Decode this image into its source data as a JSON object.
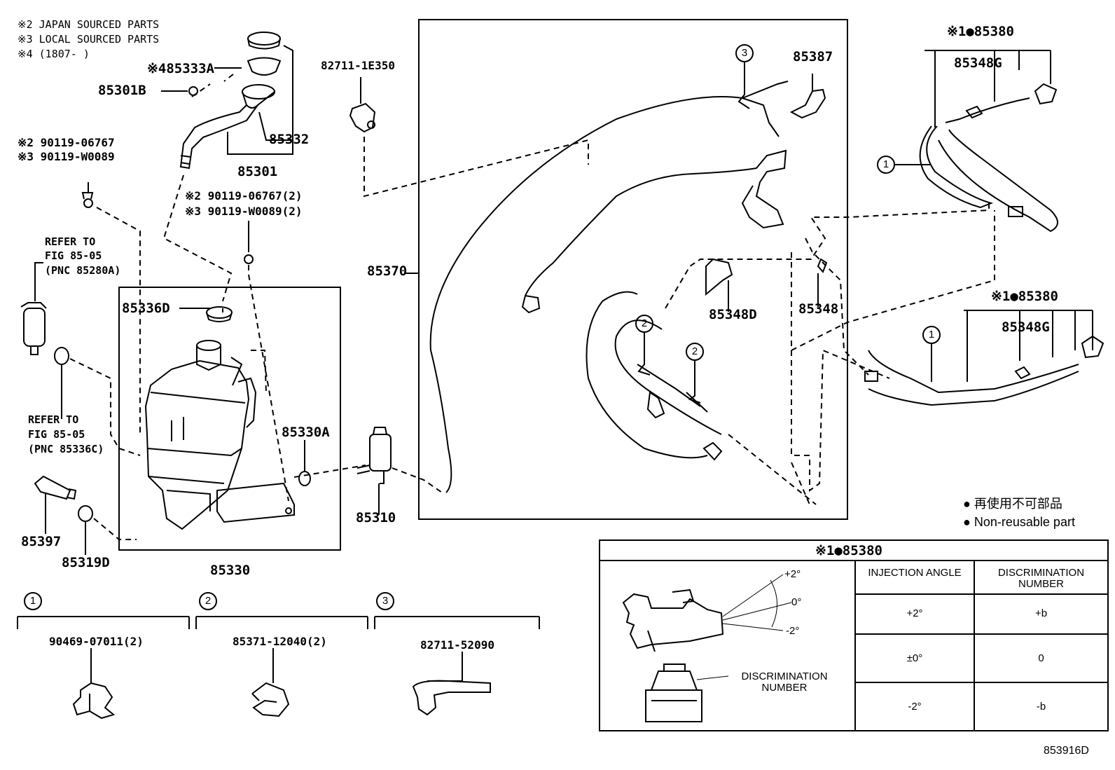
{
  "notes": {
    "line1": "※2 JAPAN SOURCED PARTS",
    "line2": "※3 LOCAL SOURCED PARTS",
    "line3": "※4 (1807-      )"
  },
  "parts": {
    "p85333A": "※485333A",
    "p85301B": "85301B",
    "p85332": "85332",
    "p85301": "85301",
    "p82711_1E350": "82711-1E350",
    "bolt_a1": "※2 90119-06767",
    "bolt_a2": "※3 90119-W0089",
    "bolt_b1": "※2 90119-06767(2)",
    "bolt_b2": "※3 90119-W0089(2)",
    "p85336D": "85336D",
    "p85330A": "85330A",
    "p85310": "85310",
    "p85397": "85397",
    "p85319D": "85319D",
    "p85330": "85330",
    "p85370": "85370",
    "p85387": "85387",
    "p85348D": "85348D",
    "p85348": "85348",
    "p85380_top": "※1●85380",
    "p85348G_top": "85348G",
    "p85380_mid": "※1●85380",
    "p85348G_mid": "85348G"
  },
  "refs": {
    "ref1_l1": "REFER TO",
    "ref1_l2": "FIG 85-05",
    "ref1_l3": "(PNC 85280A)",
    "ref2_l1": "REFER TO",
    "ref2_l2": "FIG 85-05",
    "ref2_l3": "(PNC 85336C)"
  },
  "callouts": {
    "c1": "1",
    "c2": "2",
    "c3": "3"
  },
  "clips": {
    "clip1": "90469-07011(2)",
    "clip2": "85371-12040(2)",
    "clip3": "82711-52090"
  },
  "legend": {
    "jp": "● 再使用不可部品",
    "en": "● Non-reusable part"
  },
  "table": {
    "title": "※1●85380",
    "col1": "INJECTION ANGLE",
    "col2": "DISCRIMINATION NUMBER",
    "rows": [
      {
        "angle": "+2°",
        "num": "+b"
      },
      {
        "angle": "±0°",
        "num": "0"
      },
      {
        "angle": "-2°",
        "num": "-b"
      }
    ],
    "fig_plus": "+2°",
    "fig_zero": "0°",
    "fig_minus": "-2°",
    "fig_label": "DISCRIMINATION NUMBER"
  },
  "figure_id": "853916D"
}
